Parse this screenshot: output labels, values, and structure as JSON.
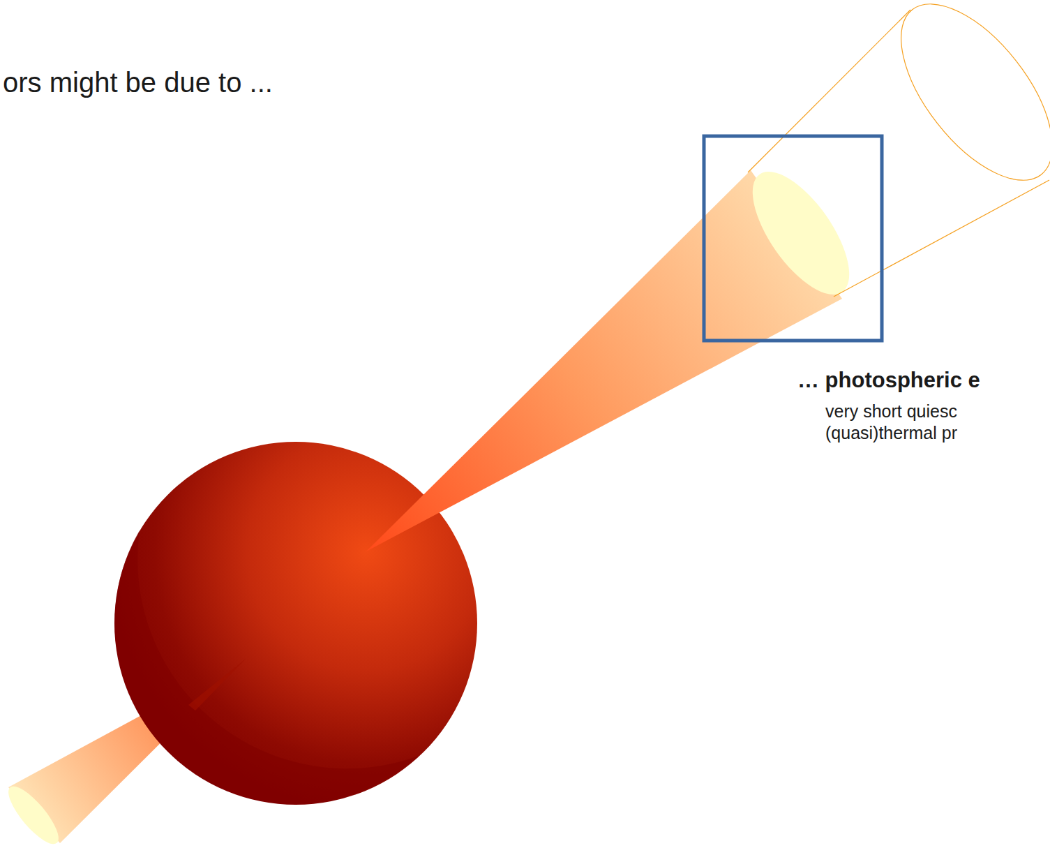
{
  "diagram": {
    "labels": [
      "ors might be due to ...",
      "… photospheric e",
      "very short quiesc",
      "(quasi)thermal pr"
    ]
  }
}
